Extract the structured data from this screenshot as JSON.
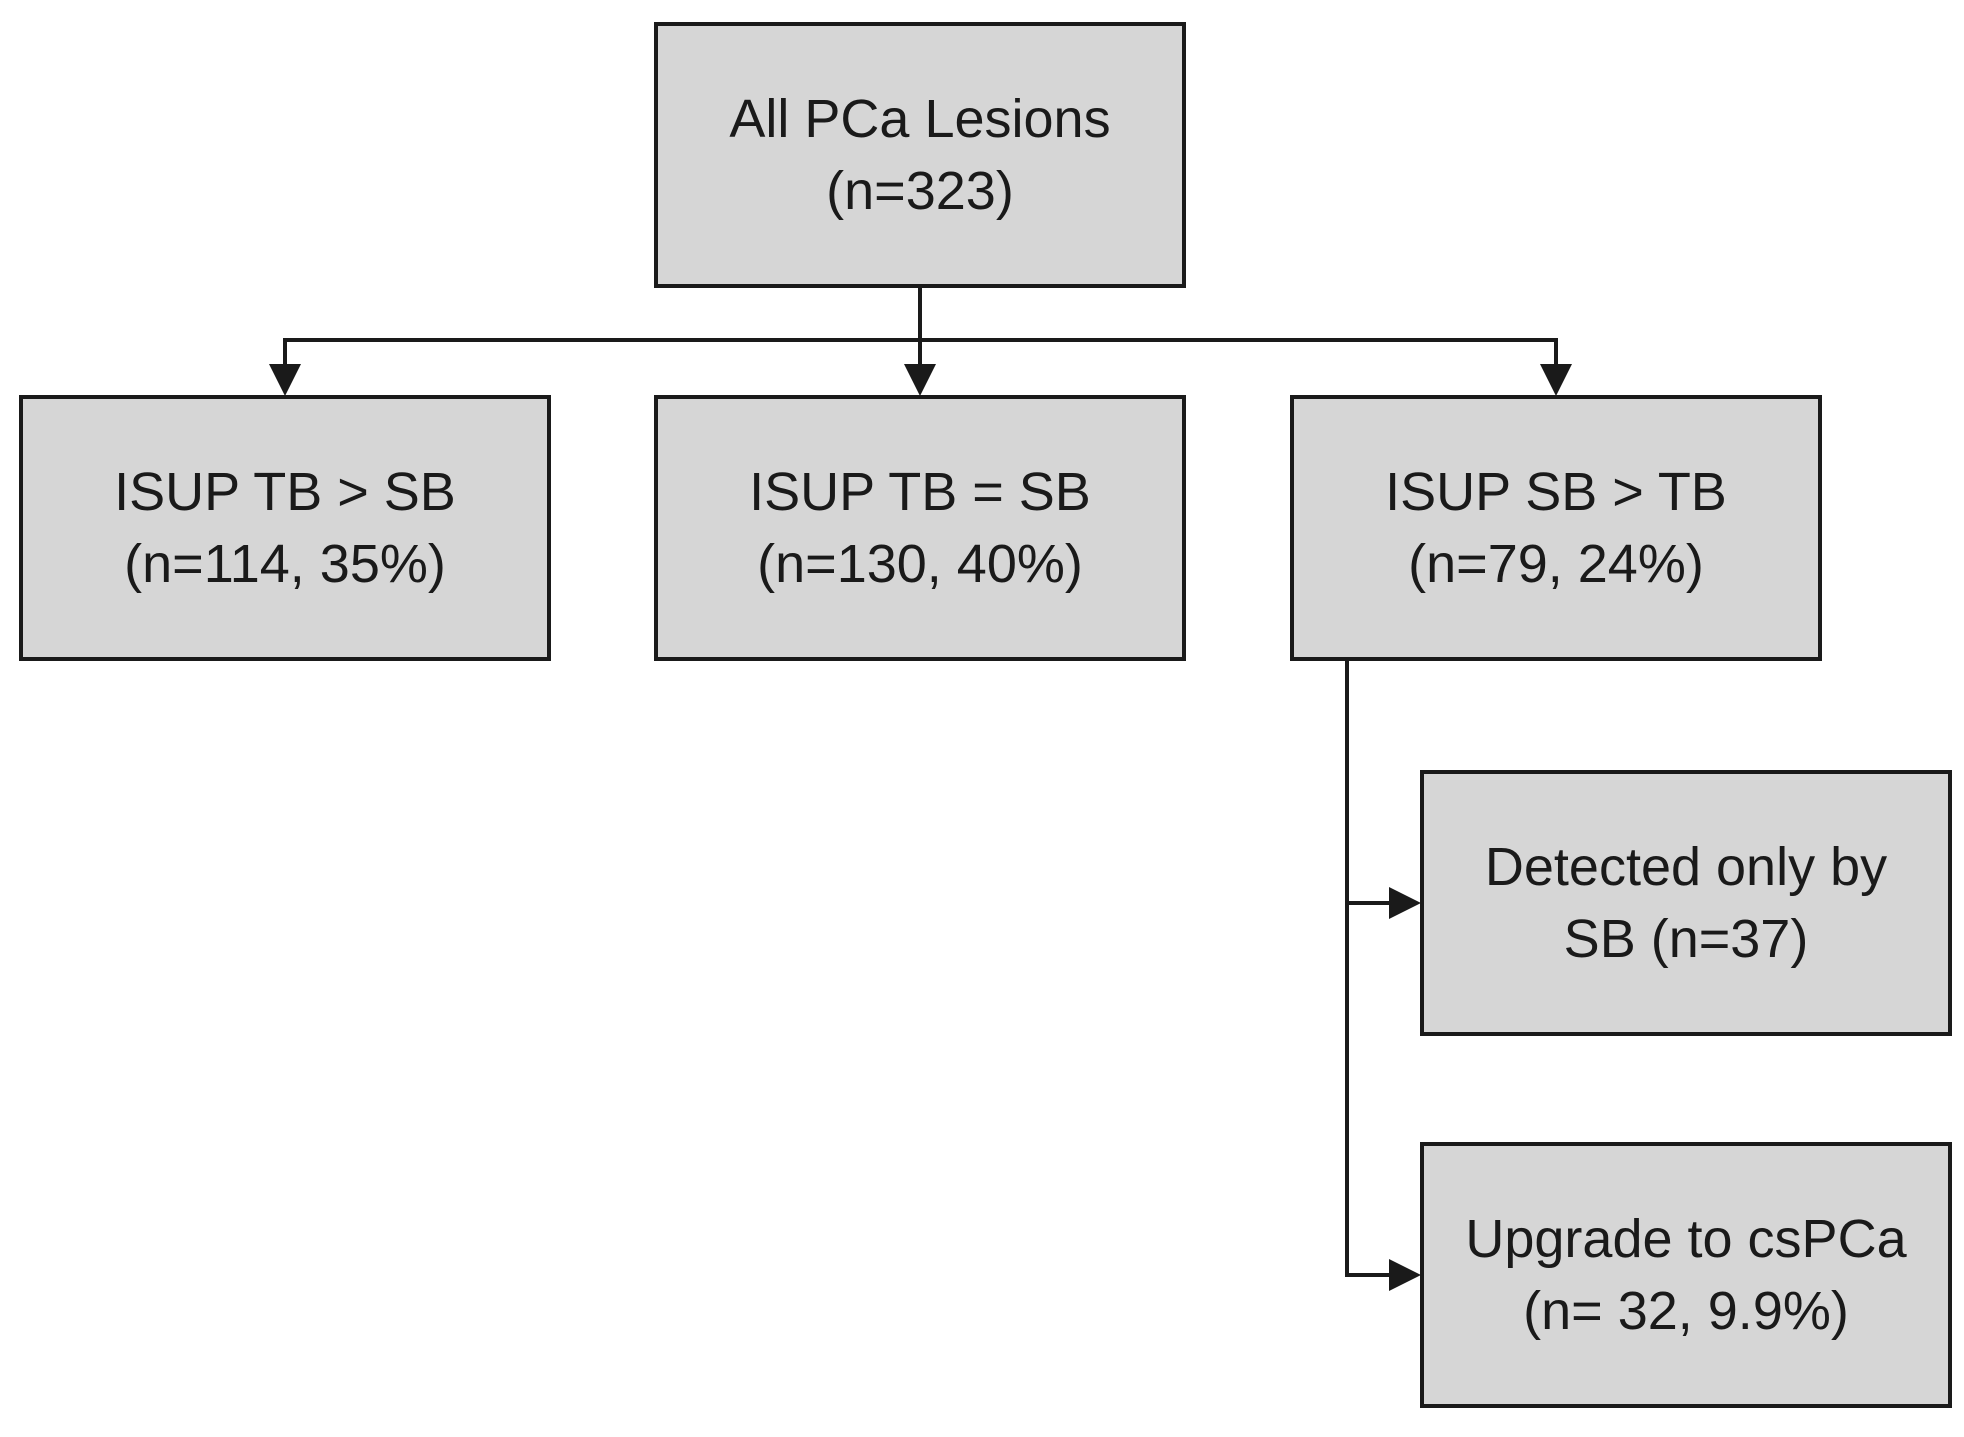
{
  "colors": {
    "box_fill": "#d6d6d6",
    "stroke": "#1a1a1a",
    "background": "#ffffff"
  },
  "nodes": {
    "root": {
      "line1": "All PCa Lesions",
      "line2": "(n=323)"
    },
    "tb_gt_sb": {
      "line1": "ISUP TB > SB",
      "line2": "(n=114, 35%)"
    },
    "tb_eq_sb": {
      "line1": "ISUP TB = SB",
      "line2": "(n=130, 40%)"
    },
    "sb_gt_tb": {
      "line1": "ISUP SB > TB",
      "line2": "(n=79, 24%)"
    },
    "detected_only_sb": {
      "line1": "Detected only by",
      "line2": "SB (n=37)"
    },
    "upgrade_cspca": {
      "line1": "Upgrade to csPCa",
      "line2": "(n= 32, 9.9%)"
    }
  },
  "edges": [
    {
      "from": "root",
      "to": "tb_gt_sb"
    },
    {
      "from": "root",
      "to": "tb_eq_sb"
    },
    {
      "from": "root",
      "to": "sb_gt_tb"
    },
    {
      "from": "sb_gt_tb",
      "to": "detected_only_sb"
    },
    {
      "from": "sb_gt_tb",
      "to": "upgrade_cspca"
    }
  ]
}
